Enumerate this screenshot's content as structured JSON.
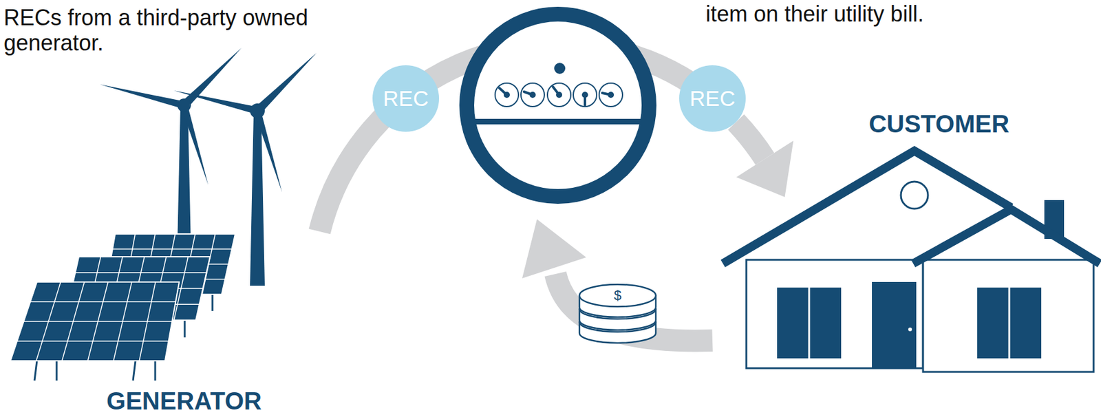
{
  "diagram": {
    "nodes": [
      {
        "text": [
          "REC"
        ]
      },
      {
        "text": [
          "REC"
        ]
      },
      {
        "text": [
          "CUSTOMER"
        ]
      }
    ],
    "edges": [
      {
        "from": 1,
        "to": 2,
        "arrow": "to"
      }
    ],
    "labels": [
      "RECs from a third-party owned generator.",
      "item on their utility bill.",
      "GENERATOR",
      "$"
    ]
  }
}
